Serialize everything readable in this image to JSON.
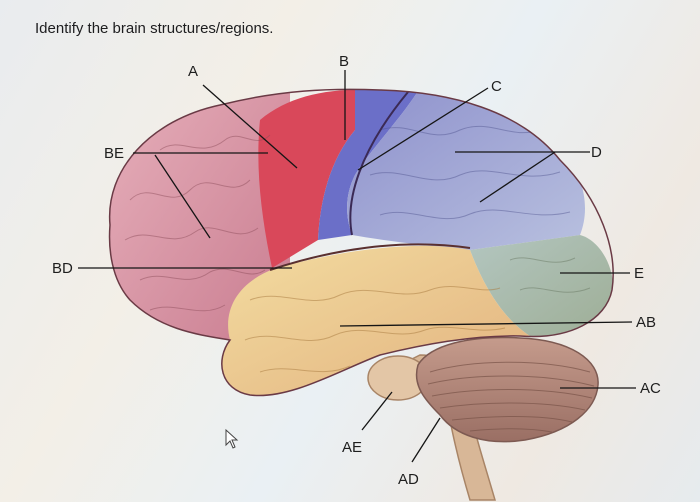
{
  "prompt": "Identify the brain structures/regions.",
  "labels": {
    "A": "A",
    "B": "B",
    "C": "C",
    "D": "D",
    "E": "E",
    "BE": "BE",
    "BD": "BD",
    "AB": "AB",
    "AC": "AC",
    "AE": "AE",
    "AD": "AD"
  },
  "colors": {
    "frontal": "#d48a9c",
    "motor": "#d9485a",
    "somatosensory": "#6b72c9",
    "parietal": "#9ea2d3",
    "occipital": "#a9b7a4",
    "temporal": "#ebc98a",
    "cerebellum": "#b48a7c",
    "brainstem": "#d9b89a"
  },
  "cursor_icon": "mouse-pointer-icon"
}
